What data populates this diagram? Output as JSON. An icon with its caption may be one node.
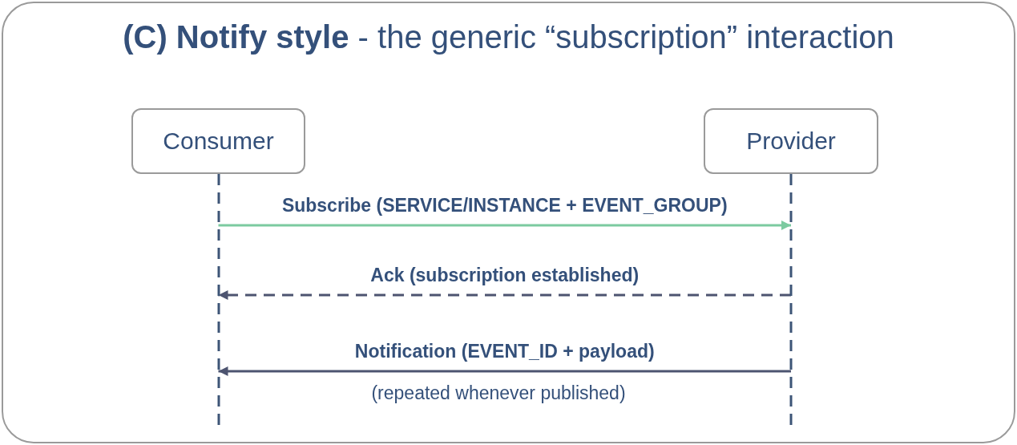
{
  "diagram": {
    "title": "**(C) Notify style** - the generic “subscription” interaction",
    "nodes": [
      {
        "text": [
          "Consumer"
        ]
      },
      {
        "text": [
          "Provider"
        ]
      }
    ],
    "edges": [
      {
        "from": 0,
        "to": 1,
        "arrow": "to",
        "label": "Subscribe (SERVICE/INSTANCE + EVENT_GROUP)",
        "color": "#7ccaa0"
      },
      {
        "from": 1,
        "to": 0,
        "arrow": "to",
        "label": "Ack (subscription established)",
        "style": "dashed"
      },
      {
        "from": 1,
        "to": 0,
        "arrow": "to",
        "label": "Notification (EVENT_ID + payload)"
      }
    ],
    "labels": [
      "(repeated whenever published)"
    ]
  }
}
